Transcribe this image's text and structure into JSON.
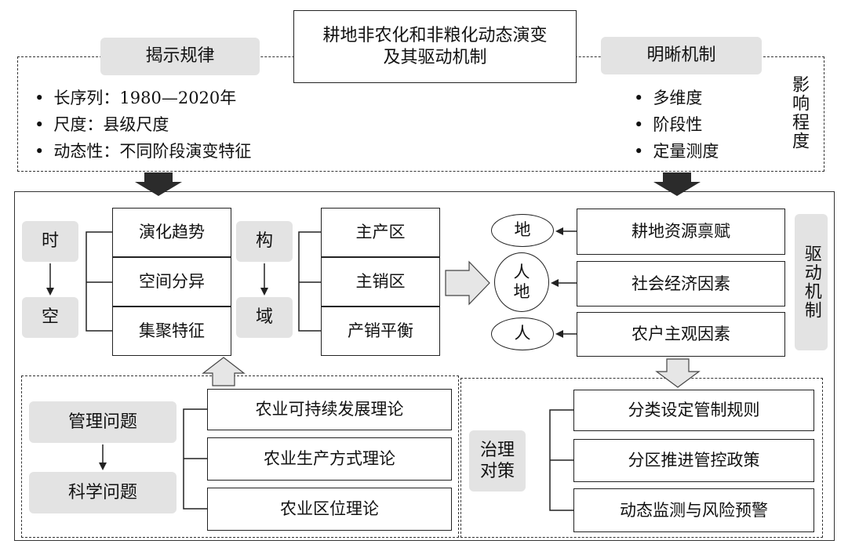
{
  "title": "耕地非农化和非粮化动态演变\n及其驱动机制",
  "top_left": {
    "label": "揭示规律",
    "bullets": [
      "长序列：1980—2020年",
      "尺度：县级尺度",
      "动态性：不同阶段演变特征"
    ]
  },
  "top_right": {
    "label": "明晰机制",
    "bullets": [
      "多维度",
      "阶段性",
      "定量测度"
    ],
    "side_label": "影响程度"
  },
  "time_space": {
    "top": "时",
    "bottom": "空",
    "items": [
      "演化趋势",
      "空间分异",
      "集聚特征"
    ]
  },
  "structure_domain": {
    "top": "构",
    "bottom": "域",
    "items": [
      "主产区",
      "主销区",
      "产销平衡"
    ]
  },
  "drivers": {
    "ovals": [
      "地",
      "人\n地",
      "人"
    ],
    "factors": [
      "耕地资源禀赋",
      "社会经济因素",
      "农户主观因素"
    ],
    "side_label": "驱动机制"
  },
  "theory": {
    "top": "管理问题",
    "bottom": "科学问题",
    "items": [
      "农业可持续发展理论",
      "农业生产方式理论",
      "农业区位理论"
    ]
  },
  "governance": {
    "label": "治理\n对策",
    "items": [
      "分类设定管制规则",
      "分区推进管控政策",
      "动态监测与风险预警"
    ]
  },
  "colors": {
    "gray_fill": "#e3e3e3",
    "arrow_dark": "#2b2b2b",
    "arrow_light": "#e6e6e6"
  }
}
